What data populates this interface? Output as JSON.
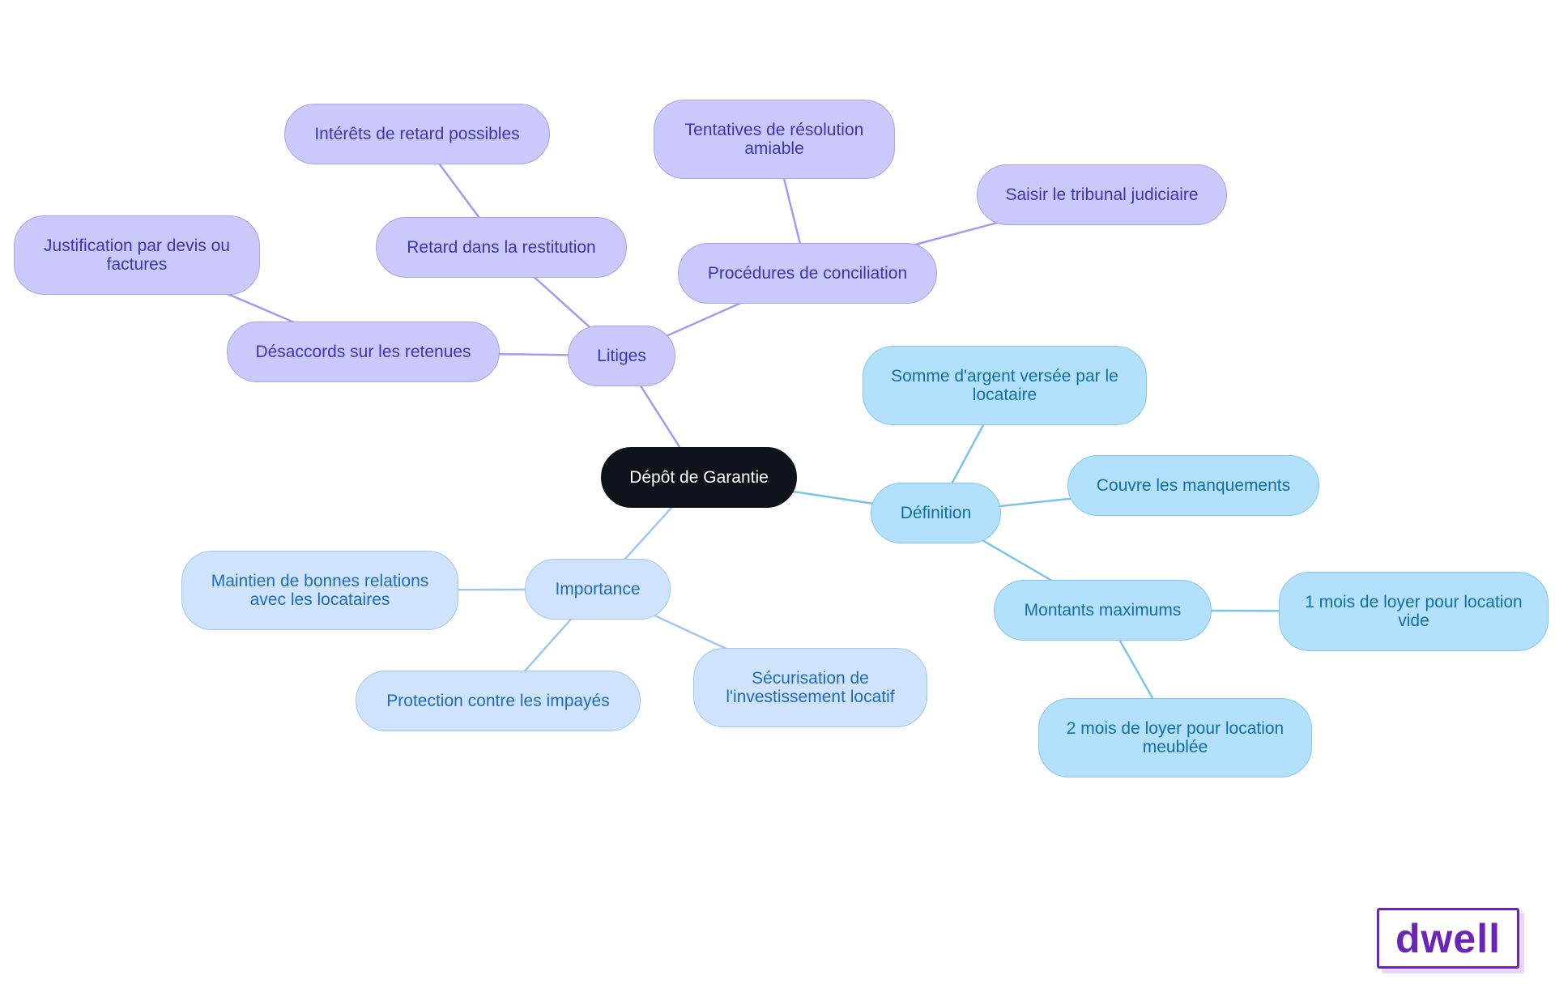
{
  "diagram": {
    "root": {
      "id": "root",
      "label": "Dépôt de Garantie"
    },
    "branches": [
      {
        "id": "litiges",
        "label": "Litiges",
        "color": "purple"
      },
      {
        "id": "definition",
        "label": "Définition",
        "color": "cyan"
      },
      {
        "id": "importance",
        "label": "Importance",
        "color": "lblue"
      }
    ],
    "nodes": [
      {
        "id": "retard",
        "label": "Retard dans la restitution",
        "parent": "litiges"
      },
      {
        "id": "interets",
        "label": "Intérêts de retard possibles",
        "parent": "retard"
      },
      {
        "id": "desaccords",
        "label": "Désaccords sur les retenues",
        "parent": "litiges"
      },
      {
        "id": "justification",
        "label": "Justification par devis ou factures",
        "parent": "desaccords"
      },
      {
        "id": "procedures",
        "label": "Procédures de conciliation",
        "parent": "litiges"
      },
      {
        "id": "tentatives",
        "label": "Tentatives de résolution amiable",
        "parent": "procedures"
      },
      {
        "id": "tribunal",
        "label": "Saisir le tribunal judiciaire",
        "parent": "procedures"
      },
      {
        "id": "somme",
        "label": "Somme d'argent versée par le locataire",
        "parent": "definition"
      },
      {
        "id": "couvre",
        "label": "Couvre les manquements",
        "parent": "definition"
      },
      {
        "id": "montants",
        "label": "Montants maximums",
        "parent": "definition"
      },
      {
        "id": "unmois",
        "label": "1 mois de loyer pour location vide",
        "parent": "montants"
      },
      {
        "id": "deuxmois",
        "label": "2 mois de loyer pour location meublée",
        "parent": "montants"
      },
      {
        "id": "maintien",
        "label": "Maintien de bonnes relations avec les locataires",
        "parent": "importance"
      },
      {
        "id": "protection",
        "label": "Protection contre les impayés",
        "parent": "importance"
      },
      {
        "id": "securisation",
        "label": "Sécurisation de l'investissement locatif",
        "parent": "importance"
      }
    ],
    "colors": {
      "purple_line": "#a09cf0",
      "cyan_line": "#7cc3ec",
      "lblue_line": "#9fc7ef"
    }
  },
  "logo": {
    "text": "dwell",
    "color": "#6a25b8"
  }
}
